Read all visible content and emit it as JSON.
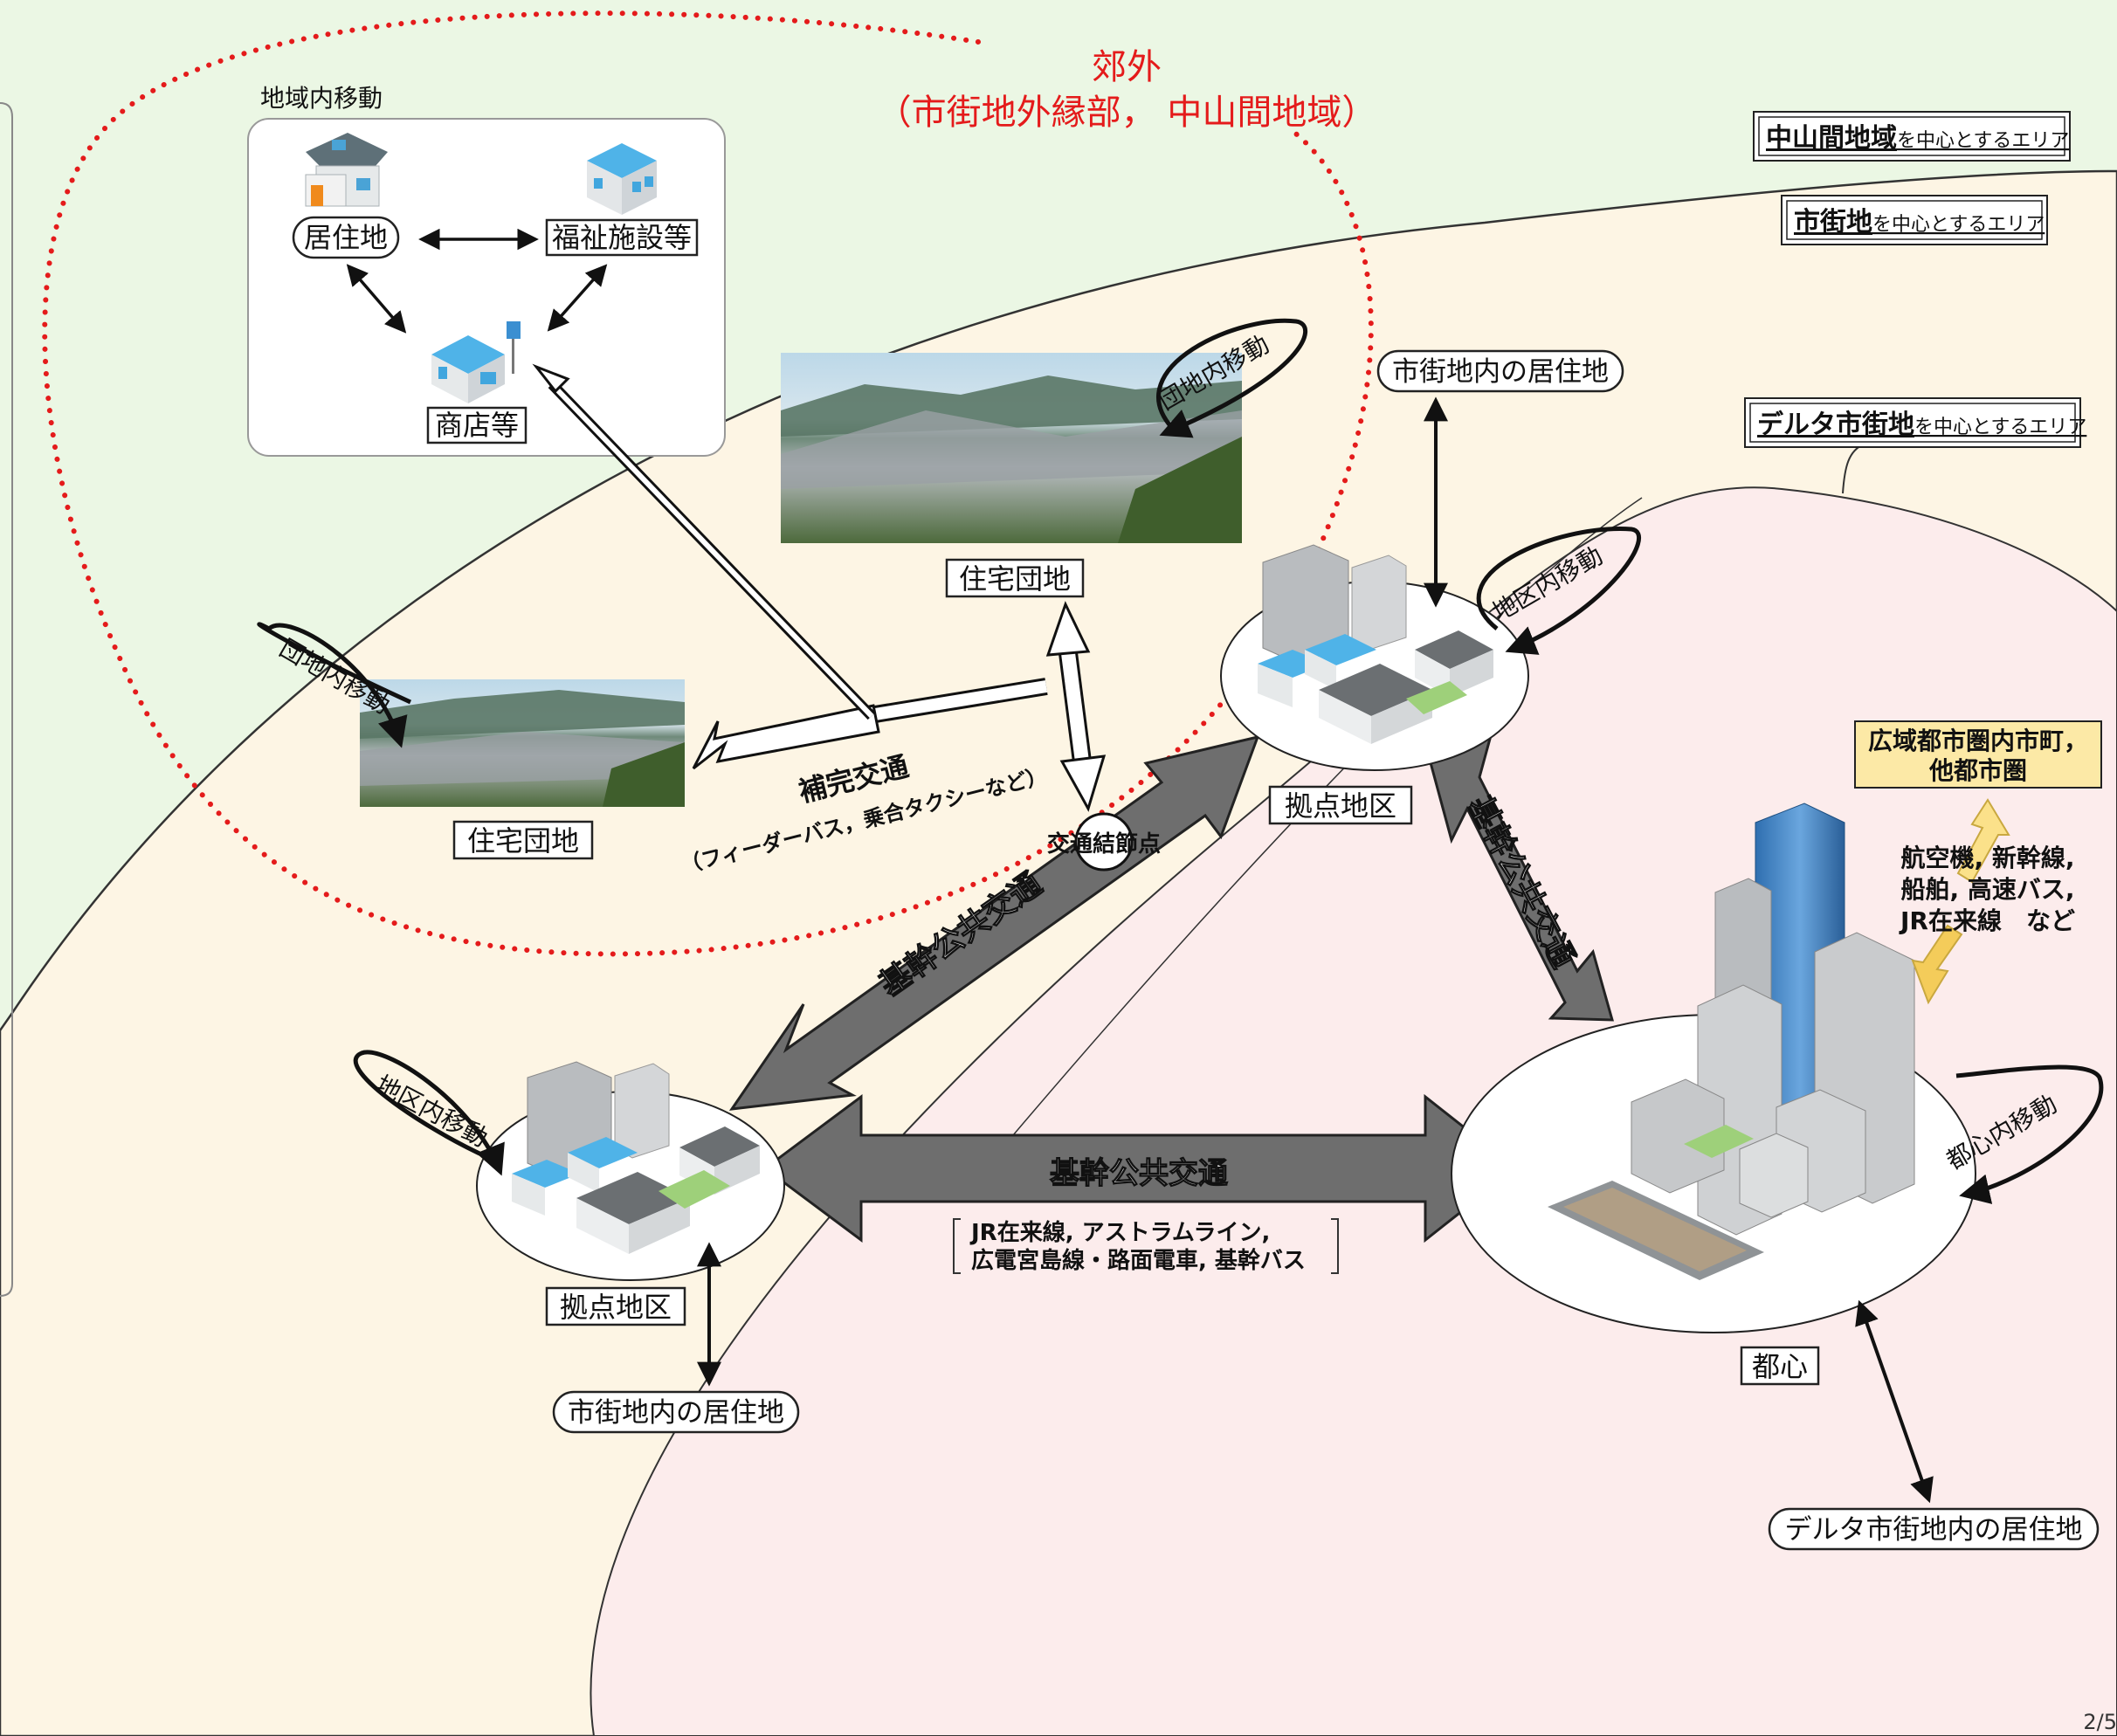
{
  "suburb": {
    "title": "郊外",
    "subtitle": "（市街地外縁部， 中山間地域）"
  },
  "area_labels": {
    "mountain_area": {
      "main": "中山間地域",
      "suffix": "を中心とするエリア"
    },
    "urban_area": {
      "main": "市街地",
      "suffix": "を中心とするエリア"
    },
    "delta_area": {
      "main": "デルタ市街地",
      "suffix": "を中心とするエリア"
    }
  },
  "local_mobility": {
    "title": "地域内移動",
    "residence": "居住地",
    "welfare": "福祉施設等",
    "shop": "商店等"
  },
  "nodes": {
    "housing_estate_top": "住宅団地",
    "housing_estate_left": "住宅団地",
    "hub_upper": "拠点地区",
    "hub_lower": "拠点地区",
    "city_center": "都心",
    "transfer_node": "交通結節点",
    "urban_residence_top": "市街地内の居住地",
    "urban_residence_bottom": "市街地内の居住地",
    "delta_residence": "デルタ市街地内の居住地",
    "wide_area": [
      "広域都市圏内市町，",
      "他都市圏"
    ]
  },
  "movements": {
    "estate_internal_top": "団地内移動",
    "estate_internal_left": "団地内移動",
    "district_internal_upper": "地区内移動",
    "district_internal_lower": "地区内移動",
    "center_internal": "都心内移動"
  },
  "transport": {
    "complementary": "補完交通",
    "complementary_sub": "（フィーダーバス，乗合タクシーなど）",
    "trunk_diagonal": "基幹公共交通",
    "trunk_vertical": "基幹公共交通",
    "trunk_horizontal": "基幹公共交通",
    "trunk_horizontal_sub": [
      "JR在来線, アストラムライン,",
      "広電宮島線・路面電車, 基幹バス"
    ],
    "external": [
      "航空機, 新幹線,",
      "船舶, 高速バス,",
      "JR在来線　など"
    ]
  },
  "page_number": "2/5",
  "colors": {
    "mountain_bg": "#ebf7e4",
    "urban_bg": "#fdf5e4",
    "delta_bg": "#fcecec",
    "suburb_red": "#e41b1b",
    "trunk_gray": "#6e6e6e",
    "wide_area_bg": "#fce9a6"
  }
}
